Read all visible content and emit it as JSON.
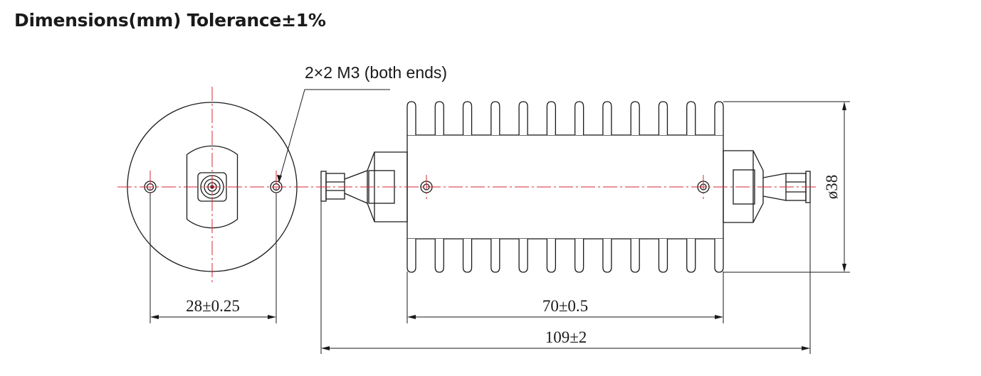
{
  "title": "Dimensions(mm) Tolerance±1%",
  "callout": "2×2 M3 (both ends)",
  "dimensions": {
    "flange_hole_spacing": "28±0.25",
    "fin_section_length": "70±0.5",
    "overall_length": "109±2",
    "fin_diameter": "ø38"
  },
  "colors": {
    "line": "#1a1a1a",
    "centerline": "#d6283a"
  }
}
